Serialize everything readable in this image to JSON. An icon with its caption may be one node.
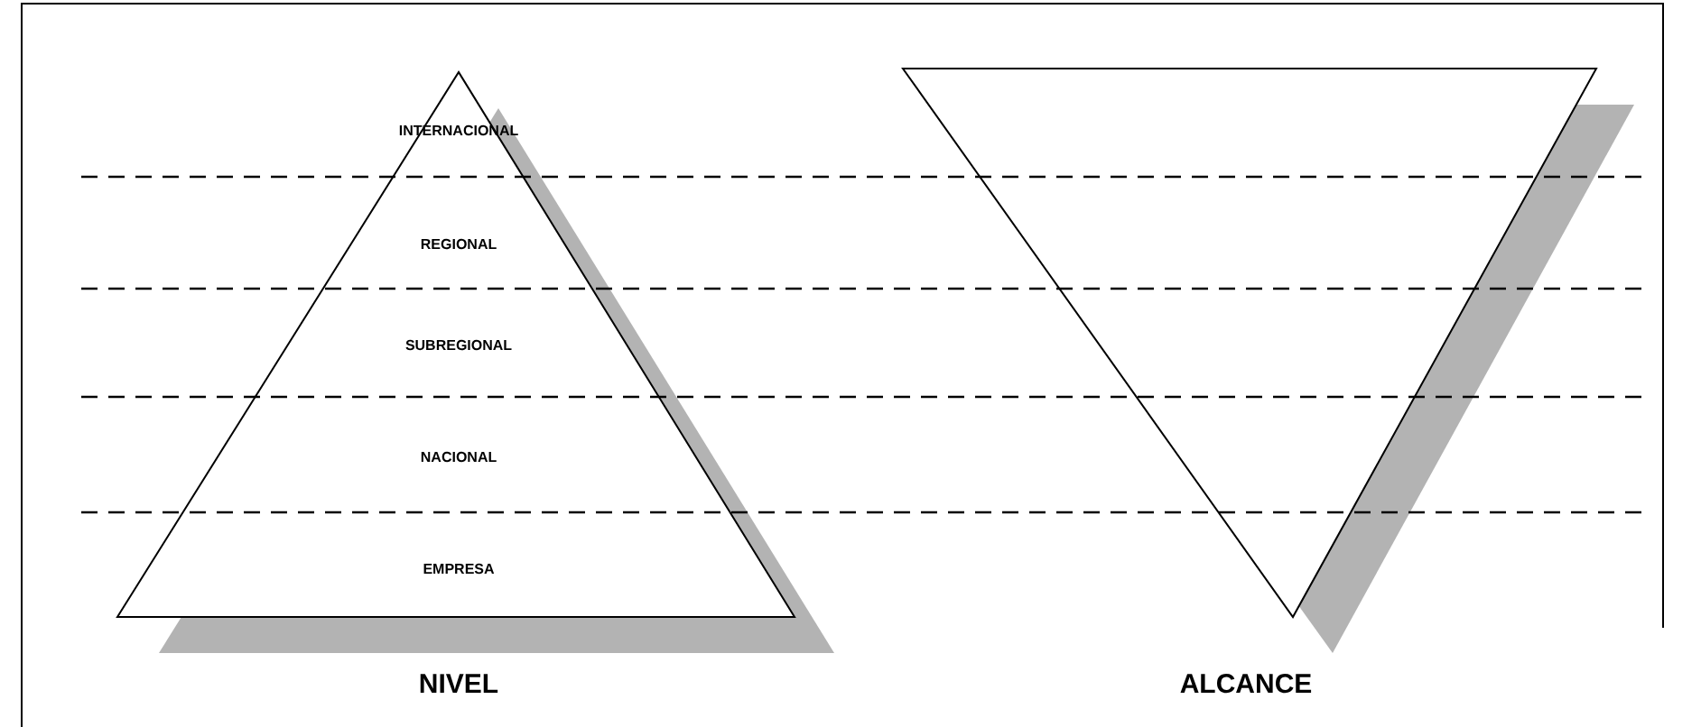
{
  "diagram": {
    "nodes": [
      {
        "text": [
          "INTERNACIONAL",
          "REGIONAL",
          "SUBREGIONAL",
          "NACIONAL",
          "EMPRESA",
          "NIVEL"
        ]
      },
      {
        "text": [
          "ALCANCE"
        ]
      }
    ]
  }
}
